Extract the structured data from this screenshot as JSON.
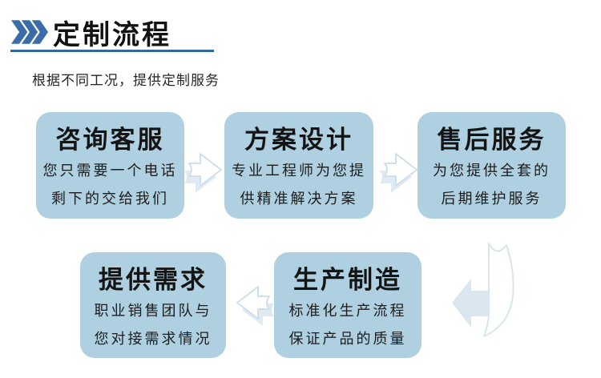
{
  "header": {
    "title": "定制流程",
    "subtitle": "根据不同工况，提供定制服务"
  },
  "colors": {
    "accent_blue": "#35689f",
    "chevron_blue": "#3a6da8",
    "card_fill": "#aed0e0",
    "arrow_outline": "#cfdfeb",
    "arrow_back_fill": "#dfeaf2",
    "title_text": "#121212",
    "body_text": "#1c1c1c"
  },
  "icons": {
    "chevrons": "triple-chevron-right-icon",
    "flow_right": "block-arrow-right-icon",
    "flow_left": "block-arrow-left-icon",
    "flow_curved": "curved-arrow-down-left-icon"
  },
  "steps": [
    {
      "title": "咨询客服",
      "lines": [
        "您只需要一个电话",
        "剩下的交给我们"
      ]
    },
    {
      "title": "方案设计",
      "lines": [
        "专业工程师为您提",
        "供精准解决方案"
      ]
    },
    {
      "title": "售后服务",
      "lines": [
        "为您提供全套的",
        "后期维护服务"
      ]
    },
    {
      "title": "提供需求",
      "lines": [
        "职业销售团队与",
        "您对接需求情况"
      ]
    },
    {
      "title": "生产制造",
      "lines": [
        "标准化生产流程",
        "保证产品的质量"
      ]
    }
  ]
}
